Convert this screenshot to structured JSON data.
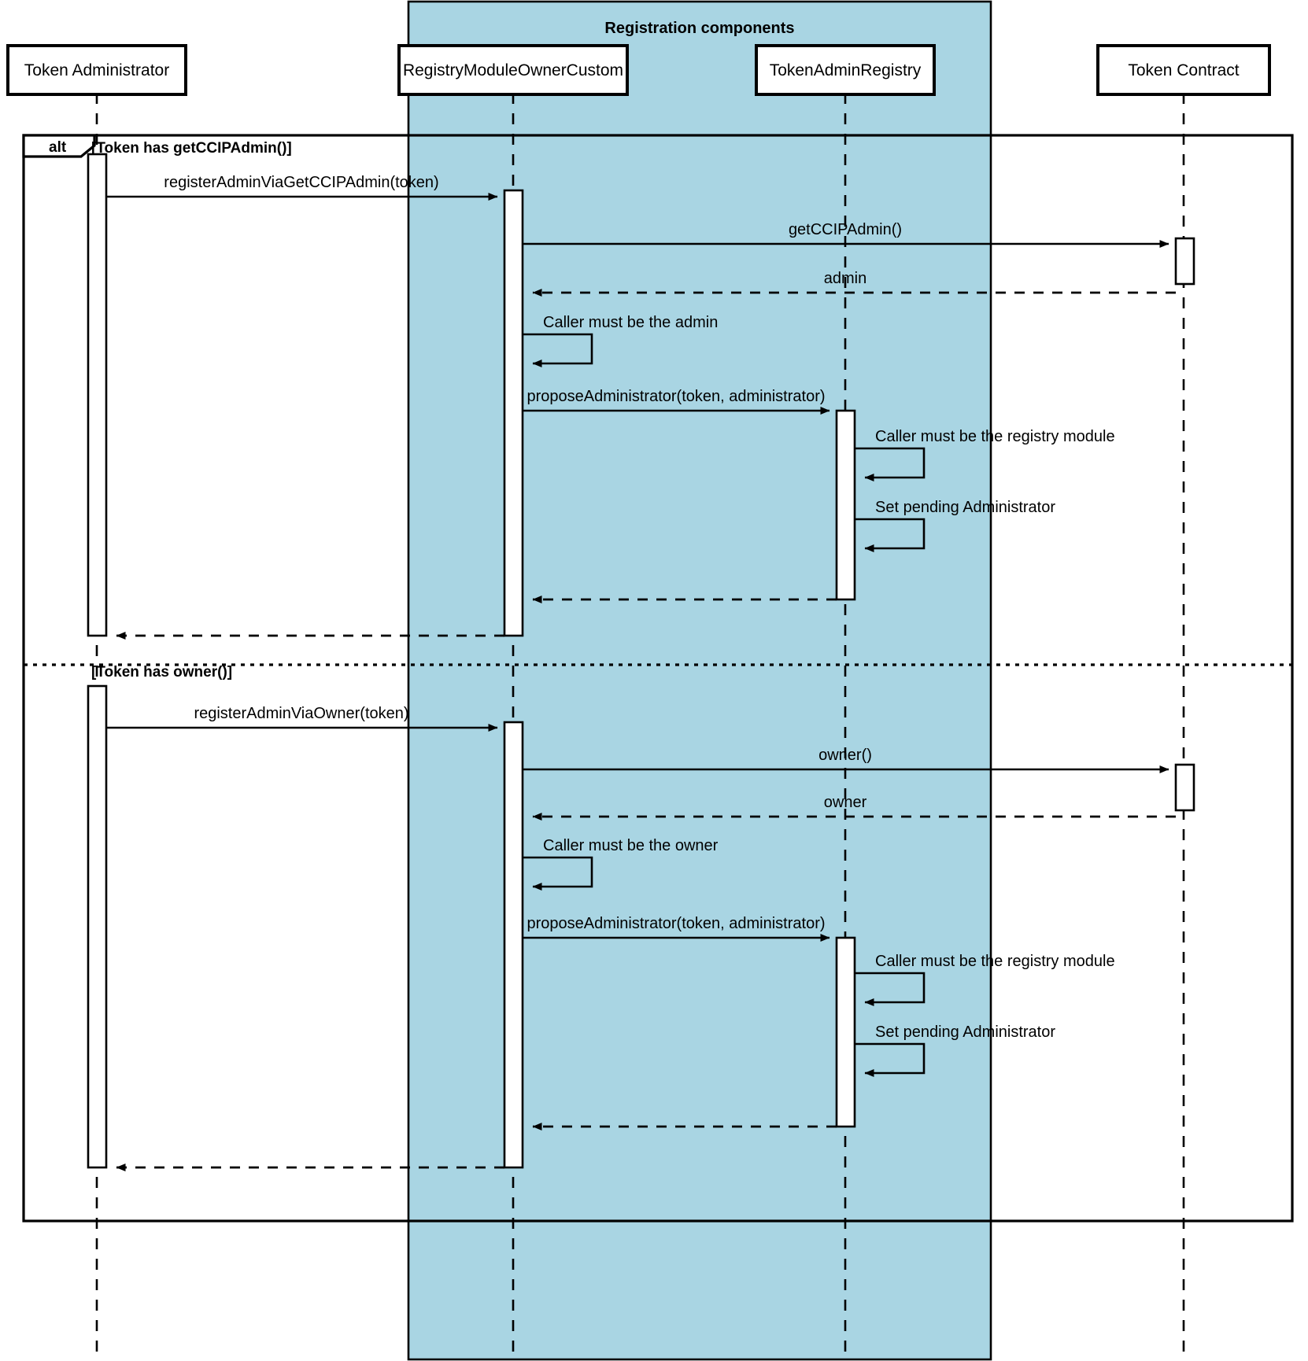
{
  "diagram": {
    "type": "uml-sequence-diagram",
    "group": {
      "title": "Registration components",
      "fill_color": "#a9d5e3",
      "members": [
        "RegistryModuleOwnerCustom",
        "TokenAdminRegistry"
      ]
    },
    "participants": [
      {
        "id": "admin",
        "label": "Token Administrator"
      },
      {
        "id": "registryModule",
        "label": "RegistryModuleOwnerCustom"
      },
      {
        "id": "tokenAdminRegistry",
        "label": "TokenAdminRegistry"
      },
      {
        "id": "tokenContract",
        "label": "Token Contract"
      }
    ],
    "fragment": {
      "operator": "alt",
      "branches": [
        {
          "guard": "[Token has getCCIPAdmin()]"
        },
        {
          "guard": "[Token has owner()]"
        }
      ]
    },
    "messages": [
      {
        "seq": 1,
        "from": "admin",
        "to": "registryModule",
        "label": "registerAdminViaGetCCIPAdmin(token)",
        "kind": "sync"
      },
      {
        "seq": 2,
        "from": "registryModule",
        "to": "tokenContract",
        "label": "getCCIPAdmin()",
        "kind": "sync"
      },
      {
        "seq": 3,
        "from": "tokenContract",
        "to": "registryModule",
        "label": "admin",
        "kind": "return"
      },
      {
        "seq": 4,
        "from": "registryModule",
        "to": "registryModule",
        "label": "Caller must be the admin",
        "kind": "self"
      },
      {
        "seq": 5,
        "from": "registryModule",
        "to": "tokenAdminRegistry",
        "label": "proposeAdministrator(token, administrator)",
        "kind": "sync"
      },
      {
        "seq": 6,
        "from": "tokenAdminRegistry",
        "to": "tokenAdminRegistry",
        "label": "Caller must be the registry module",
        "kind": "self"
      },
      {
        "seq": 7,
        "from": "tokenAdminRegistry",
        "to": "tokenAdminRegistry",
        "label": "Set pending Administrator",
        "kind": "self"
      },
      {
        "seq": 8,
        "from": "tokenAdminRegistry",
        "to": "registryModule",
        "label": "",
        "kind": "return"
      },
      {
        "seq": 9,
        "from": "registryModule",
        "to": "admin",
        "label": "",
        "kind": "return"
      },
      {
        "seq": 10,
        "from": "admin",
        "to": "registryModule",
        "label": "registerAdminViaOwner(token)",
        "kind": "sync"
      },
      {
        "seq": 11,
        "from": "registryModule",
        "to": "tokenContract",
        "label": "owner()",
        "kind": "sync"
      },
      {
        "seq": 12,
        "from": "tokenContract",
        "to": "registryModule",
        "label": "owner",
        "kind": "return"
      },
      {
        "seq": 13,
        "from": "registryModule",
        "to": "registryModule",
        "label": "Caller must be the owner",
        "kind": "self"
      },
      {
        "seq": 14,
        "from": "registryModule",
        "to": "tokenAdminRegistry",
        "label": "proposeAdministrator(token, administrator)",
        "kind": "sync"
      },
      {
        "seq": 15,
        "from": "tokenAdminRegistry",
        "to": "tokenAdminRegistry",
        "label": "Caller must be the registry module",
        "kind": "self"
      },
      {
        "seq": 16,
        "from": "tokenAdminRegistry",
        "to": "tokenAdminRegistry",
        "label": "Set pending Administrator",
        "kind": "self"
      },
      {
        "seq": 17,
        "from": "tokenAdminRegistry",
        "to": "registryModule",
        "label": "",
        "kind": "return"
      },
      {
        "seq": 18,
        "from": "registryModule",
        "to": "admin",
        "label": "",
        "kind": "return"
      }
    ],
    "labels": {
      "group_title": "Registration components",
      "alt_operator": "alt",
      "guard_1": "[Token has getCCIPAdmin()]",
      "guard_2": "[Token has owner()]",
      "p_admin": "Token Administrator",
      "p_registry_module": "RegistryModuleOwnerCustom",
      "p_token_admin_registry": "TokenAdminRegistry",
      "p_token_contract": "Token Contract",
      "m1": "registerAdminViaGetCCIPAdmin(token)",
      "m2": "getCCIPAdmin()",
      "m3": "admin",
      "m4": "Caller must be the admin",
      "m5": "proposeAdministrator(token, administrator)",
      "m6": "Caller must be the registry module",
      "m7": "Set pending Administrator",
      "m10": "registerAdminViaOwner(token)",
      "m11": "owner()",
      "m12": "owner",
      "m13": "Caller must be the owner",
      "m14": "proposeAdministrator(token, administrator)",
      "m15": "Caller must be the registry module",
      "m16": "Set pending Administrator"
    }
  }
}
